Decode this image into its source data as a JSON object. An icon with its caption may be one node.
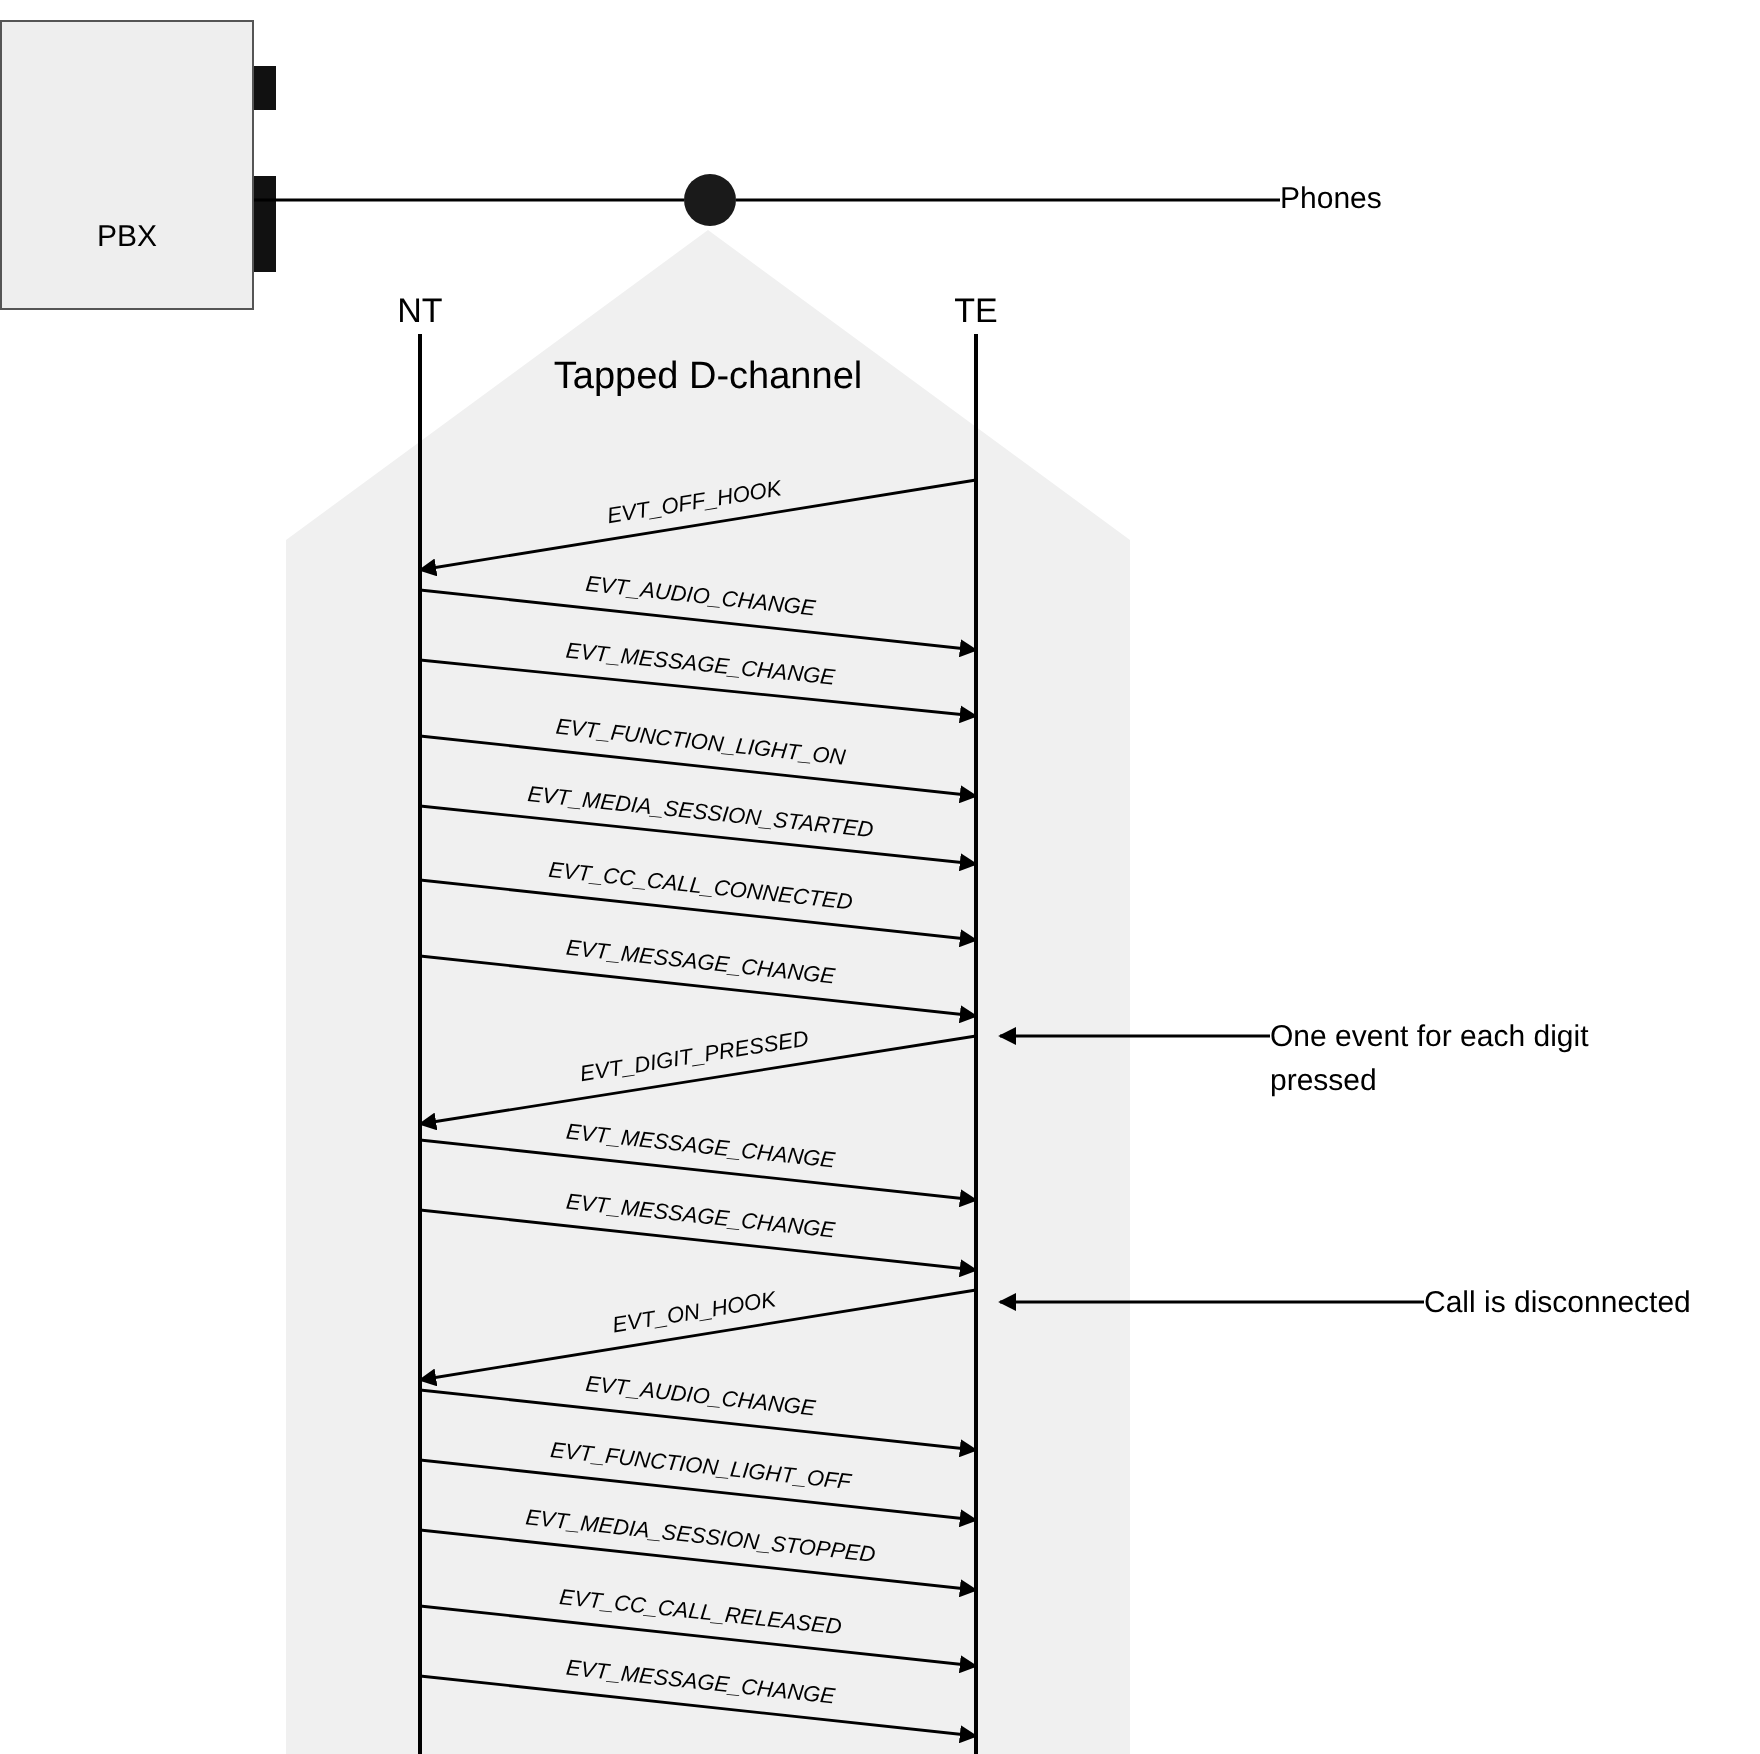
{
  "diagram": {
    "nodes": [
      {
        "text": [
          "PBX"
        ]
      },
      {
        "text": [],
        "shape": "circle"
      },
      {
        "text": [
          "Phones"
        ]
      },
      {
        "text": [
          "NT"
        ],
        "in": 5
      },
      {
        "text": [
          "TE"
        ],
        "in": 5
      },
      {
        "text": [
          "Tapped D-channel"
        ]
      },
      {
        "text": [
          "One event for each digit pressed"
        ]
      },
      {
        "text": [
          "Call is disconnected"
        ]
      }
    ],
    "edges": [
      {
        "from": 0,
        "to": 1,
        "arrow": "none"
      },
      {
        "from": 1,
        "to": 2,
        "arrow": "none"
      },
      {
        "from": 4,
        "to": 3,
        "arrow": "to",
        "label": "EVT_OFF_HOOK"
      },
      {
        "from": 3,
        "to": 4,
        "arrow": "to",
        "label": "EVT_AUDIO_CHANGE"
      },
      {
        "from": 3,
        "to": 4,
        "arrow": "to",
        "label": "EVT_MESSAGE_CHANGE"
      },
      {
        "from": 3,
        "to": 4,
        "arrow": "to",
        "label": "EVT_FUNCTION_LIGHT_ON"
      },
      {
        "from": 3,
        "to": 4,
        "arrow": "to",
        "label": "EVT_MEDIA_SESSION_STARTED"
      },
      {
        "from": 3,
        "to": 4,
        "arrow": "to",
        "label": "EVT_CC_CALL_CONNECTED"
      },
      {
        "from": 3,
        "to": 4,
        "arrow": "to",
        "label": "EVT_MESSAGE_CHANGE"
      },
      {
        "from": 4,
        "to": 3,
        "arrow": "to",
        "label": "EVT_DIGIT_PRESSED"
      },
      {
        "from": 3,
        "to": 4,
        "arrow": "to",
        "label": "EVT_MESSAGE_CHANGE"
      },
      {
        "from": 3,
        "to": 4,
        "arrow": "to",
        "label": "EVT_MESSAGE_CHANGE"
      },
      {
        "from": 4,
        "to": 3,
        "arrow": "to",
        "label": "EVT_ON_HOOK"
      },
      {
        "from": 3,
        "to": 4,
        "arrow": "to",
        "label": "EVT_AUDIO_CHANGE"
      },
      {
        "from": 3,
        "to": 4,
        "arrow": "to",
        "label": "EVT_FUNCTION_LIGHT_OFF"
      },
      {
        "from": 3,
        "to": 4,
        "arrow": "to",
        "label": "EVT_MEDIA_SESSION_STOPPED"
      },
      {
        "from": 3,
        "to": 4,
        "arrow": "to",
        "label": "EVT_CC_CALL_RELEASED"
      },
      {
        "from": 3,
        "to": 4,
        "arrow": "to",
        "label": "EVT_MESSAGE_CHANGE"
      },
      {
        "from": 6,
        "to": 4,
        "arrow": "to"
      },
      {
        "from": 7,
        "to": 4,
        "arrow": "to"
      }
    ]
  }
}
